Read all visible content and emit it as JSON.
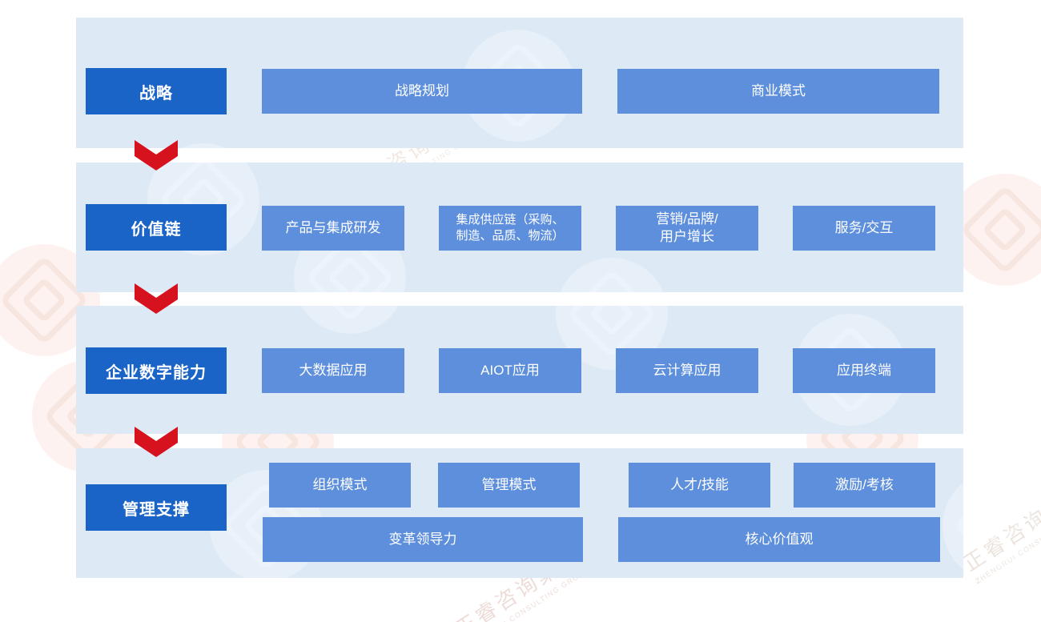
{
  "colors": {
    "band_bg": "#dde9f5",
    "label_box_bg": "#1a63c7",
    "item_box_bg": "#5d8fdc",
    "arrow_red": "#d5121e",
    "box_text": "#ffffff"
  },
  "watermark": {
    "brand_cn": "正睿咨询集团",
    "brand_en": "ZHENGRUI CONSULTING GROUP"
  },
  "framework": {
    "rows": [
      {
        "label": "战略",
        "items": [
          {
            "lines": [
              "战略规划"
            ]
          },
          {
            "lines": [
              "商业模式"
            ]
          }
        ]
      },
      {
        "label": "价值链",
        "items": [
          {
            "lines": [
              "产品与集成研发"
            ]
          },
          {
            "lines": [
              "集成供应链（采购、",
              "制造、品质、物流）"
            ]
          },
          {
            "lines": [
              "营销/品牌/",
              "用户增长"
            ]
          },
          {
            "lines": [
              "服务/交互"
            ]
          }
        ]
      },
      {
        "label": "企业数字能力",
        "items": [
          {
            "lines": [
              "大数据应用"
            ]
          },
          {
            "lines": [
              "AIOT应用"
            ]
          },
          {
            "lines": [
              "云计算应用"
            ]
          },
          {
            "lines": [
              "应用终端"
            ]
          }
        ]
      },
      {
        "label": "管理支撑",
        "items": [
          {
            "lines": [
              "组织模式"
            ]
          },
          {
            "lines": [
              "管理模式"
            ]
          },
          {
            "lines": [
              "人才/技能"
            ]
          },
          {
            "lines": [
              "激励/考核"
            ]
          },
          {
            "lines": [
              "变革领导力"
            ]
          },
          {
            "lines": [
              "核心价值观"
            ]
          }
        ]
      }
    ]
  }
}
